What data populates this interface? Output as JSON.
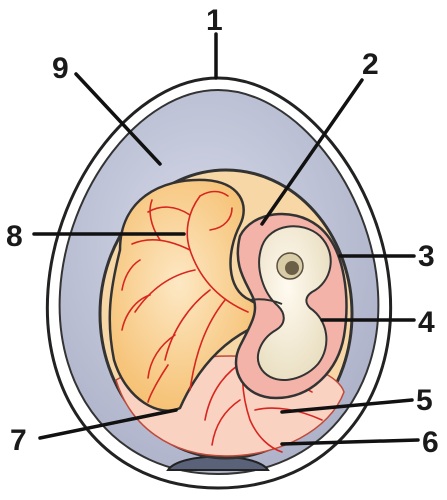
{
  "diagram": {
    "colors": {
      "shell_outline": "#222222",
      "albumen": "#c5cade",
      "albumen_shadow": "#9aa0b8",
      "yolk_sac": "#f7c97e",
      "yolk_sac_light": "#fbe3b8",
      "blood_vessel": "#d8261f",
      "amnion": "#f3b3a8",
      "embryo": "#f3ecd8",
      "allantois": "#f6c7bf",
      "air_cell": "#596178"
    },
    "labels": [
      {
        "id": "1",
        "text": "1"
      },
      {
        "id": "2",
        "text": "2"
      },
      {
        "id": "3",
        "text": "3"
      },
      {
        "id": "4",
        "text": "4"
      },
      {
        "id": "5",
        "text": "5"
      },
      {
        "id": "6",
        "text": "6"
      },
      {
        "id": "7",
        "text": "7"
      },
      {
        "id": "8",
        "text": "8"
      },
      {
        "id": "9",
        "text": "9"
      }
    ]
  }
}
